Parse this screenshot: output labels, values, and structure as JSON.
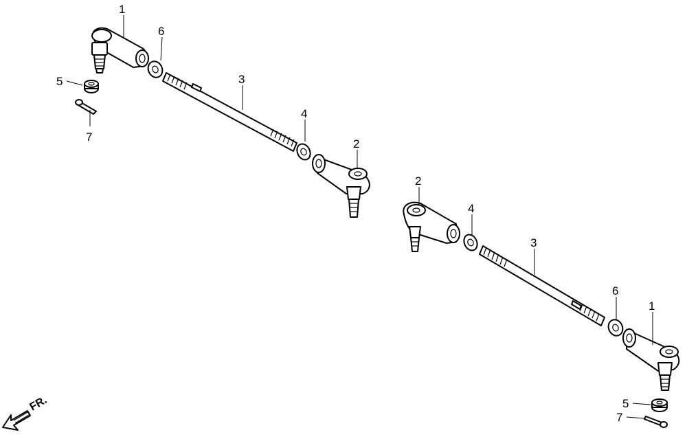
{
  "diagram": {
    "callouts": {
      "left": {
        "p1": "1",
        "p6": "6",
        "p3": "3",
        "p5": "5",
        "p7": "7",
        "p4": "4",
        "p2": "2"
      },
      "right": {
        "p2": "2",
        "p4": "4",
        "p3": "3",
        "p6": "6",
        "p1": "1",
        "p5": "5",
        "p7": "7"
      }
    },
    "direction_marker": {
      "label": "FR.",
      "icon": "front-arrow-icon"
    }
  }
}
